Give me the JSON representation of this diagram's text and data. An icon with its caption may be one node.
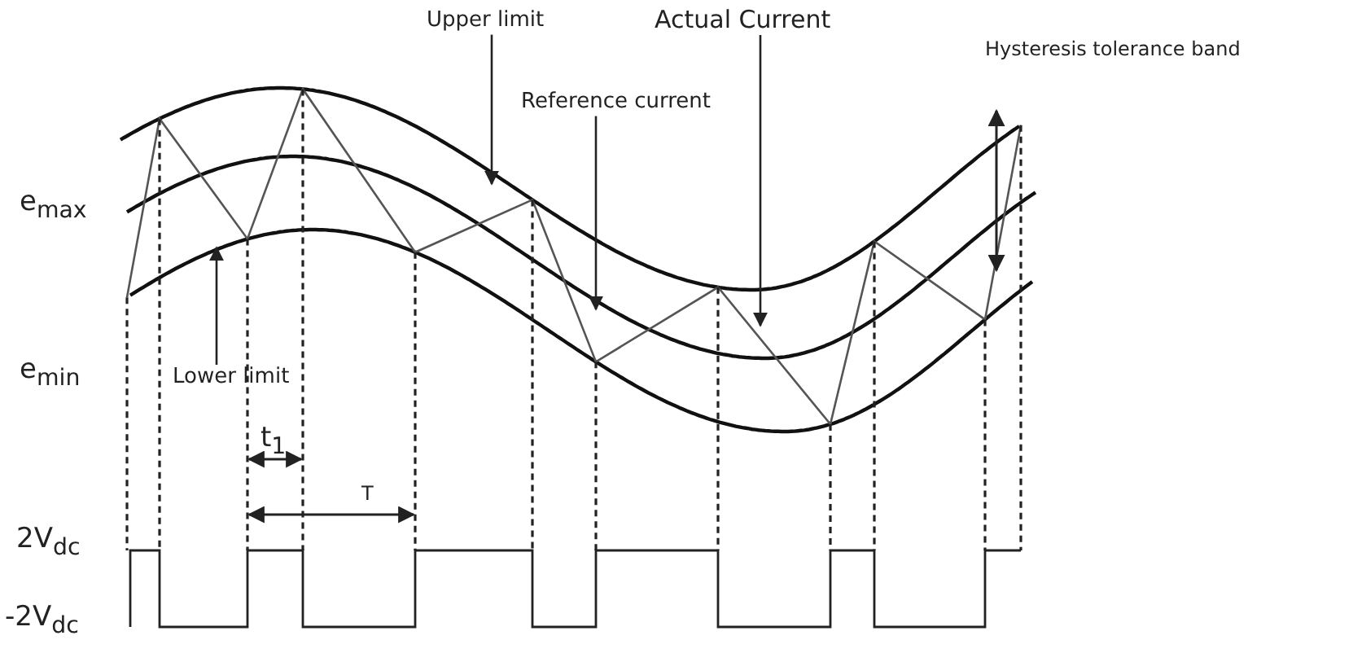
{
  "diagram": {
    "nodes": [
      {
        "text": [
          "Upper limit"
        ]
      },
      {
        "text": [
          "Reference current"
        ]
      },
      {
        "text": [
          "Actual Current"
        ]
      },
      {
        "text": [
          "Lower limit"
        ]
      }
    ],
    "edges": [
      {
        "from": 0,
        "to": null,
        "arrow": "to"
      },
      {
        "from": 1,
        "to": null,
        "arrow": "to"
      },
      {
        "from": 2,
        "to": null,
        "arrow": "to"
      },
      {
        "from": 3,
        "to": null,
        "arrow": "to"
      }
    ],
    "labels": [
      "Hysteresis tolerance band",
      "e$_{max}$",
      "e$_{min}$",
      "t$_{1}$",
      "T",
      "2V$_{dc}$",
      "-2V$_{dc}$"
    ]
  }
}
